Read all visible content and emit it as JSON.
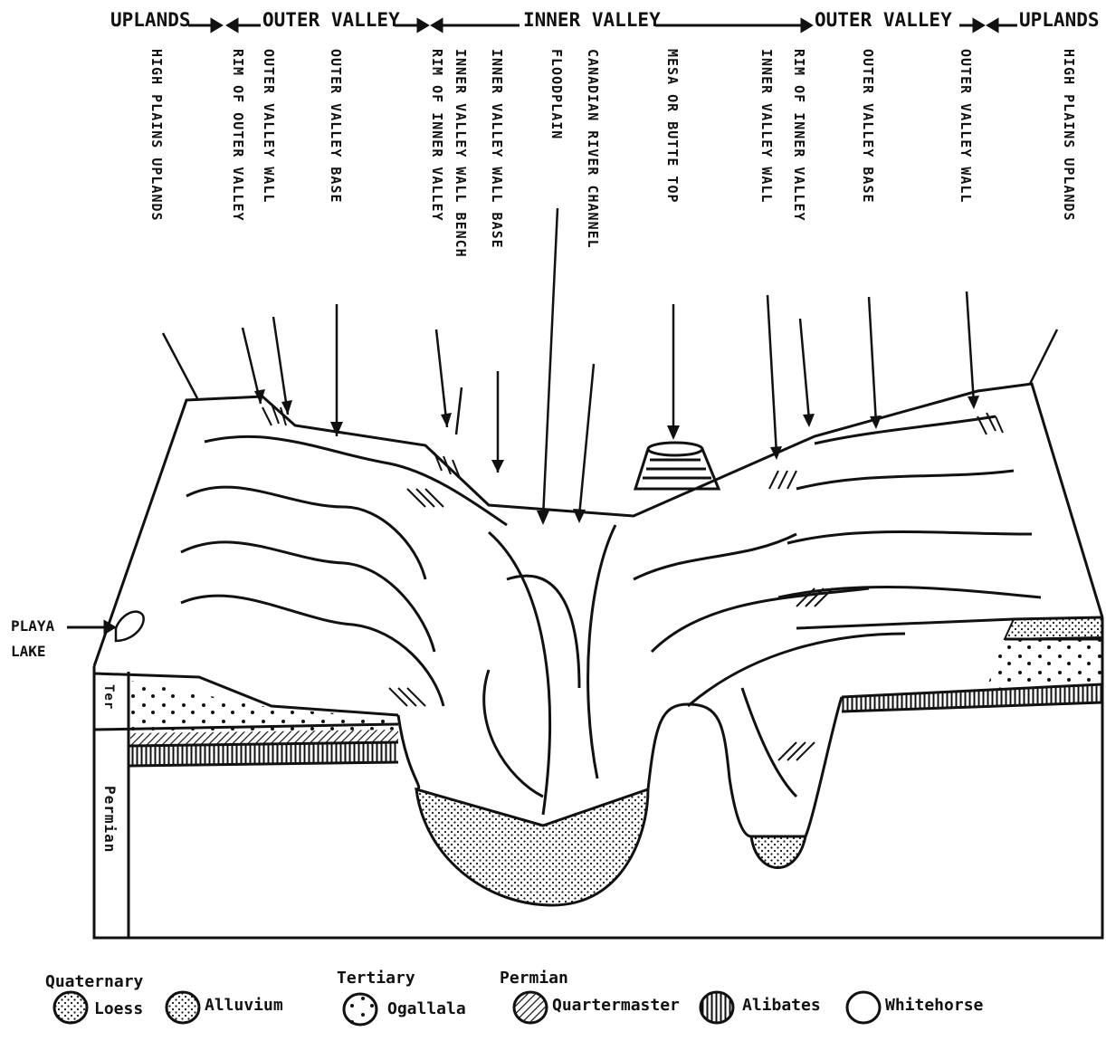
{
  "header": {
    "uplands_left": "UPLANDS",
    "outer_left": "OUTER VALLEY",
    "inner": "INNER VALLEY",
    "outer_right": "OUTER VALLEY",
    "uplands_right": "UPLANDS"
  },
  "labels": [
    "HIGH PLAINS UPLANDS",
    "RIM OF OUTER VALLEY",
    "OUTER VALLEY WALL",
    "OUTER VALLEY BASE",
    "RIM OF INNER VALLEY",
    "INNER VALLEY WALL BENCH",
    "INNER VALLEY WALL BASE",
    "FLOODPLAIN",
    "CANADIAN RIVER CHANNEL",
    "MESA OR BUTTE TOP",
    "INNER VALLEY WALL",
    "RIM OF INNER VALLEY",
    "OUTER VALLEY BASE",
    "OUTER VALLEY WALL",
    "HIGH PLAINS UPLANDS"
  ],
  "side": {
    "playa_line1": "PLAYA",
    "playa_line2": "LAKE",
    "ter": "Ter",
    "permian": "Permian"
  },
  "legend": {
    "quaternary": "Quaternary",
    "tertiary": "Tertiary",
    "permian": "Permian",
    "loess": "Loess",
    "alluvium": "Alluvium",
    "ogallala": "Ogallala",
    "quartermaster": "Quartermaster",
    "alibates": "Alibates",
    "whitehorse": "Whitehorse"
  }
}
